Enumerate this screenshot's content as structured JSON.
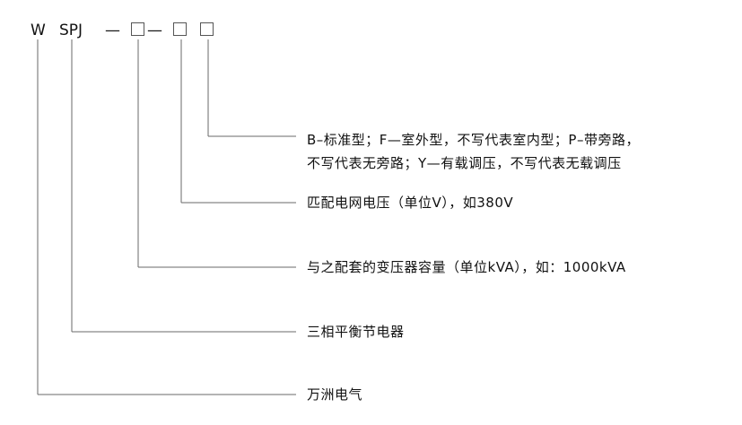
{
  "model_code": {
    "prefix_w": "W",
    "series": "SPJ",
    "dash1": "—",
    "dash2": "—",
    "box_count": 3
  },
  "descriptions": {
    "type_line1": "B–标准型；F—室外型，不写代表室内型；P–带旁路，",
    "type_line2": "不写代表无旁路；Y—有载调压，不写代表无载调压",
    "voltage": "匹配电网电压（单位V），如380V",
    "capacity": "与之配套的变压器容量（单位kVA），如：1000kVA",
    "product": "三相平衡节电器",
    "brand": "万洲电气"
  },
  "colors": {
    "line": "#6a6a6a",
    "text": "#111111",
    "box_border": "#555555"
  }
}
